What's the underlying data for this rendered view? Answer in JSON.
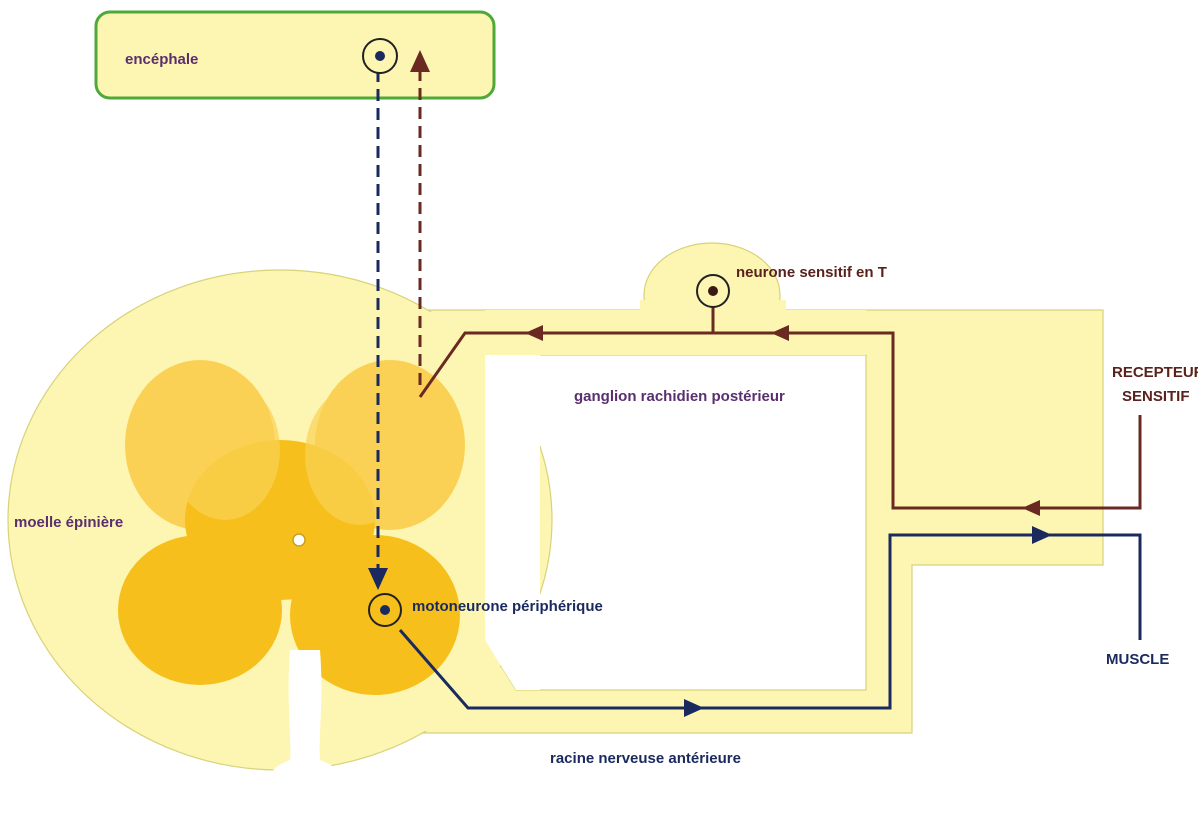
{
  "labels": {
    "encephale": "encéphale",
    "neurone_sensitif": "neurone sensitif en T",
    "ganglion": "ganglion rachidien postérieur",
    "recepteur_line1": "RECEPTEUR",
    "recepteur_line2": "SENSITIF",
    "moelle": "moelle épinière",
    "motoneurone": "motoneurone périphérique",
    "muscle": "MUSCLE",
    "racine": "racine nerveuse antérieure"
  },
  "colors": {
    "cord_fill": "#fdf6b2",
    "gray_matter_light": "#fad154",
    "gray_matter_dark": "#f6bf1c",
    "brain_border": "#4fa83a",
    "sensory_path": "#6a2a22",
    "motor_path": "#1a2a5e",
    "label_purple": "#5a2f6e",
    "label_brown": "#5a221c",
    "label_navy": "#1a2a5e"
  },
  "icons": {
    "neuron_body": "circle-with-dot",
    "direction": "arrowhead"
  }
}
